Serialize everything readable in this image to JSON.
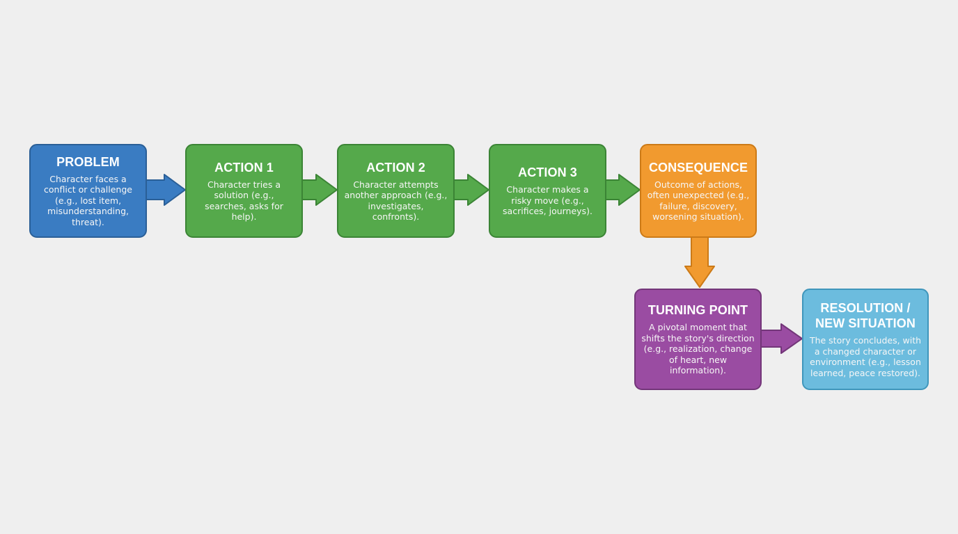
{
  "nodes": {
    "problem": {
      "title": "PROBLEM",
      "desc": "Character faces a conflict or challenge (e.g., lost item, misunderstanding, threat).",
      "color": "#3a7cc2"
    },
    "action1": {
      "title": "ACTION 1",
      "desc": "Character tries a solution (e.g., searches, asks for help).",
      "color": "#55a94b"
    },
    "action2": {
      "title": "ACTION 2",
      "desc": "Character attempts another approach (e.g., investigates, confronts).",
      "color": "#55a94b"
    },
    "action3": {
      "title": "ACTION 3",
      "desc": "Character makes a risky move (e.g., sacrifices, journeys).",
      "color": "#55a94b"
    },
    "consequence": {
      "title": "CONSEQUENCE",
      "desc": "Outcome of actions, often unexpected (e.g., failure, discovery, worsening situation).",
      "color": "#f19a2f"
    },
    "turning_point": {
      "title": "TURNING POINT",
      "desc": "A pivotal moment that shifts the story's direction (e.g., realization, change of heart, new information).",
      "color": "#9a4ca2"
    },
    "resolution": {
      "title": "RESOLUTION / NEW SITUATION",
      "desc": "The story concludes, with a changed character or environment (e.g., lesson learned, peace restored).",
      "color": "#6cbcde"
    }
  },
  "edges": [
    {
      "from": "problem",
      "to": "action1",
      "color": "#3a7cc2"
    },
    {
      "from": "action1",
      "to": "action2",
      "color": "#55a94b"
    },
    {
      "from": "action2",
      "to": "action3",
      "color": "#55a94b"
    },
    {
      "from": "action3",
      "to": "consequence",
      "color": "#55a94b"
    },
    {
      "from": "consequence",
      "to": "turning_point",
      "color": "#f19a2f"
    },
    {
      "from": "turning_point",
      "to": "resolution",
      "color": "#9a4ca2"
    }
  ]
}
